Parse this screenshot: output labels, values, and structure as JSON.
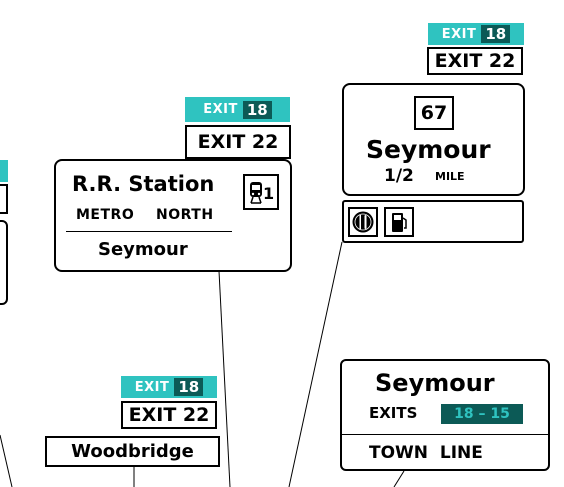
{
  "sign_left_partial": {},
  "sign_rr": {
    "tab_exit_word": "EXIT",
    "tab_exit_number": "18",
    "exit_label": "EXIT 22",
    "title": "R.R. Station",
    "line_metro": "METRO",
    "line_north": "NORTH",
    "destination": "Seymour",
    "icon": "train-route-1-icon"
  },
  "sign_seymour_mile": {
    "tab_exit_word": "EXIT",
    "tab_exit_number": "18",
    "exit_label": "EXIT 22",
    "route_number": "67",
    "destination": "Seymour",
    "distance_number": "1/2",
    "distance_unit": "MILE",
    "services_icons": [
      "food-icon",
      "gas-icon"
    ]
  },
  "sign_woodbridge": {
    "tab_exit_word": "EXIT",
    "tab_exit_number": "18",
    "exit_label": "EXIT 22",
    "destination": "Woodbridge"
  },
  "sign_town_line": {
    "title": "Seymour",
    "exits_word": "EXITS",
    "exits_range": "18 – 15",
    "subtitle": "TOWN  LINE"
  },
  "colors": {
    "tab_teal": "#2fc3c0",
    "tab_dark": "#0c5a56",
    "sign_border": "#000000"
  }
}
